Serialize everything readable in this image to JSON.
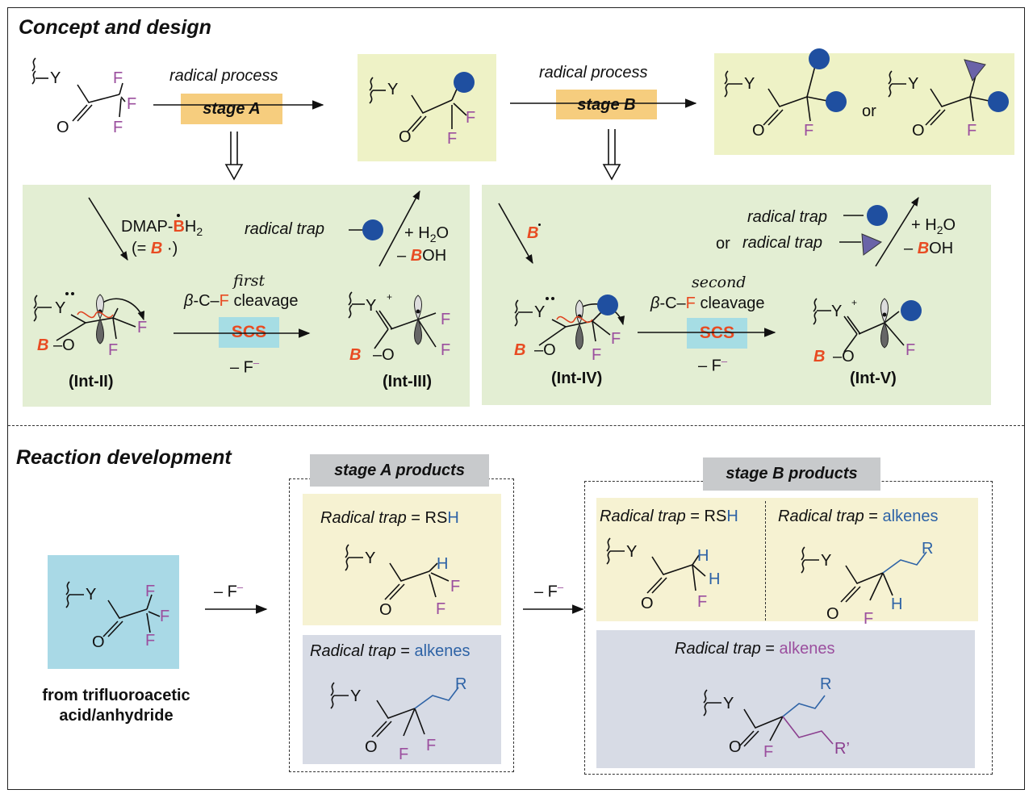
{
  "headings": {
    "concept": "Concept and design",
    "development": "Reaction development"
  },
  "top_flow": {
    "process_a": "radical process",
    "stage_a": "stage A",
    "process_b": "radical process",
    "stage_b": "stage B",
    "or_word": "or"
  },
  "mech_a": {
    "reagent_prefix": "DMAP-",
    "reagent_b": "B",
    "reagent_suffix": "H",
    "reagent_sub": "2",
    "equals_open": "(= ",
    "equals_b": "B",
    "equals_close": " ·)",
    "trap_label": "radical trap",
    "plus_water": "+ H",
    "water_sub": "2",
    "water_o": "O",
    "minus_prefix": "– ",
    "minus_b": "B",
    "minus_suffix": "OH",
    "ordinal": "first",
    "cleavage_beta": "β",
    "cleavage_c": "-C–",
    "cleavage_f": "F",
    "cleavage_word": " cleavage",
    "scs": "SCS",
    "minus_f": "– F",
    "minus_f_sup": "–",
    "int_left": "(Int-II)",
    "int_right": "(Int-III)"
  },
  "mech_b": {
    "boryl": "B",
    "trap_label_1": "radical trap",
    "or_word": "or",
    "trap_label_2": "radical trap",
    "plus_water": "+ H",
    "water_sub": "2",
    "water_o": "O",
    "minus_prefix": "– ",
    "minus_b": "B",
    "minus_suffix": "OH",
    "ordinal": "second",
    "cleavage_beta": "β",
    "cleavage_c": "-C–",
    "cleavage_f": "F",
    "cleavage_word": " cleavage",
    "scs": "SCS",
    "minus_f": "– F",
    "minus_f_sup": "–",
    "int_left": "(Int-IV)",
    "int_right": "(Int-V)"
  },
  "development": {
    "source_line1": "from trifluoroacetic",
    "source_line2": "acid/anhydride",
    "arrow_label_1": "– F",
    "arrow_label_2": "– F",
    "arrow_sup": "–",
    "stage_a_products": "stage A products",
    "stage_b_products": "stage B products",
    "trap_eq": "Radical trap",
    "equals": " = ",
    "rsh_rs": "RS",
    "rsh_h": "H",
    "alkenes": "alkenes"
  },
  "atoms": {
    "Y": "Y",
    "Yplus": "Y",
    "plus": "+",
    "O": "O",
    "F": "F",
    "H": "H",
    "R": "R",
    "Rprime": "R’",
    "B": "B",
    "dash_O": "–O"
  },
  "colors": {
    "boron_red": "#e84b22",
    "fluorine_purple": "#9b4f9e",
    "alkyl_blue": "#2e63a6",
    "circle_blue": "#1f4fa0",
    "triangle_purple": "#6a63a8",
    "orbital_red": "#e0421f"
  },
  "icons": {
    "substituent_circle": "blue-circle-icon",
    "substituent_triangle": "purple-triangle-icon",
    "squiggle_bond": "wavy-bond-icon",
    "p_orbital": "p-orbital-icon"
  }
}
